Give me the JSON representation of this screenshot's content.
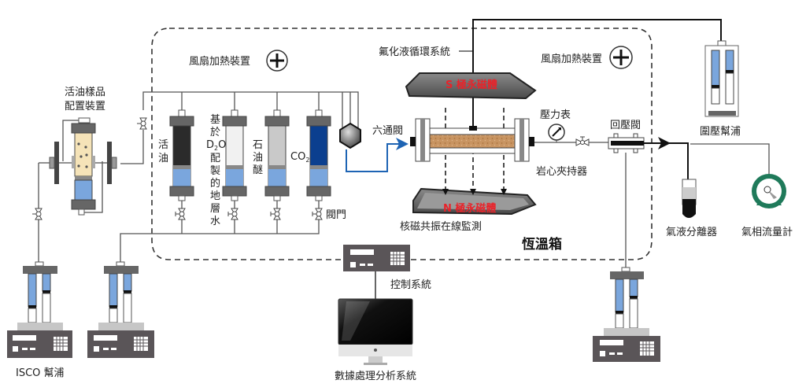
{
  "diagram": {
    "title": "核磁共振在線監測驅替實驗裝置示意圖",
    "labels": {
      "live_oil_prep": [
        "活油樣品",
        "配置裝置"
      ],
      "fan_heater_left": "風扇加熱裝置",
      "fan_heater_right": "風扇加熱裝置",
      "fluorinated_loop": "氟化液循環系統",
      "s_magnet": "S 極永磁體",
      "n_magnet": "N 極永磁體",
      "nmr_monitor": "核磁共振在線監測",
      "six_way_valve": "六通閥",
      "pressure_gauge": "壓力表",
      "core_holder": "岩心夾持器",
      "back_pressure_valve": "回壓閥",
      "confining_pump": "圍壓幫浦",
      "gas_liquid_separator": "氣液分離器",
      "gas_flowmeter": "氣相流量計",
      "thermostat": "恆溫箱",
      "control_system": "控制系統",
      "data_system": "數據處理分析系統",
      "isco_pump": "ISCO 幫浦",
      "valve": "閥門",
      "cyl_live_oil": [
        "活",
        "油"
      ],
      "cyl_d2o_top": [
        "基",
        "於"
      ],
      "cyl_d2o_formula_main": "D",
      "cyl_d2o_formula_sub": "2",
      "cyl_d2o_formula_end": "O",
      "cyl_d2o_bottom": [
        "配",
        "製",
        "的",
        "地",
        "層",
        "水"
      ],
      "cyl_ether": [
        "石",
        "油",
        "醚"
      ],
      "cyl_co2_main": "CO",
      "cyl_co2_sub": "2"
    },
    "colors": {
      "blue_fluid": "#7aa6dd",
      "blue_line": "#1e64b4",
      "co2_blue": "#0b3f8f",
      "live_oil": "#2b2b2b",
      "ether": "#c9c9c9",
      "d2o": "#f1f1f1",
      "core": "#c89461",
      "magnet_red_text": "#e8232a",
      "flowmeter_green": "#1f7a5a",
      "pump_body": "#5a5558"
    }
  }
}
